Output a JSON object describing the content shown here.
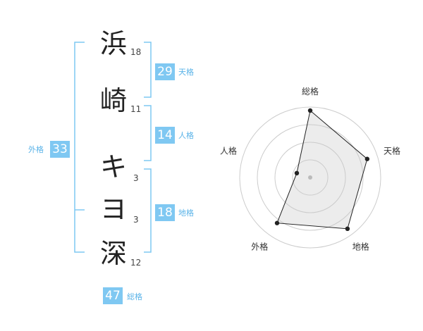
{
  "name_chars": [
    {
      "char": "浜",
      "strokes": "18"
    },
    {
      "char": "崎",
      "strokes": "11"
    },
    {
      "char": "キ",
      "strokes": "3"
    },
    {
      "char": "ヨ",
      "strokes": "3"
    },
    {
      "char": "深",
      "strokes": "12"
    }
  ],
  "fortunes": {
    "tenkaku": {
      "value": "29",
      "label": "天格"
    },
    "jinkaku": {
      "value": "14",
      "label": "人格"
    },
    "chikaku": {
      "value": "18",
      "label": "地格"
    },
    "gaikaku": {
      "value": "33",
      "label": "外格"
    },
    "soukaku": {
      "value": "47",
      "label": "総格"
    }
  },
  "colors": {
    "accent": "#7fc8f2",
    "accent_text": "#5ab3e8",
    "bracket": "#7fc8f2"
  },
  "chart_data": {
    "type": "radar",
    "axes": [
      "総格",
      "天格",
      "地格",
      "外格",
      "人格"
    ],
    "values": [
      0.95,
      0.85,
      0.9,
      0.8,
      0.2
    ],
    "rings": 4,
    "grid": true
  }
}
